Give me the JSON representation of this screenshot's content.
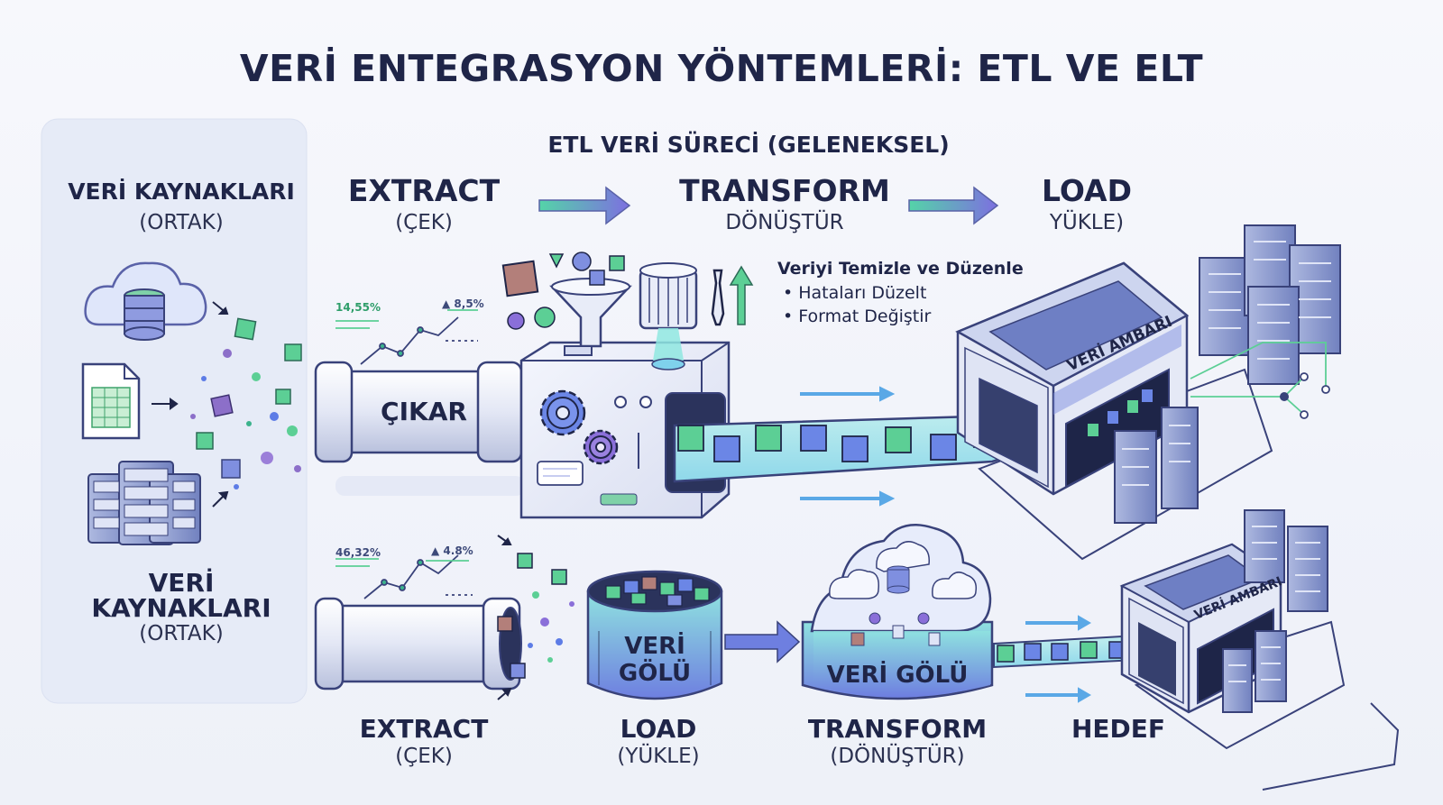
{
  "title": "VERİ ENTEGRASYON YÖNTEMLERİ: ETL VE ELT",
  "etl": {
    "heading": "ETL VERİ SÜRECİ (GELENEKSEL)",
    "sources": {
      "title": "VERİ KAYNAKLARI",
      "subtitle": "(ORTAK)"
    },
    "extract": {
      "title": "EXTRACT",
      "subtitle": "(ÇEK)"
    },
    "transform": {
      "title": "TRANSFORM",
      "subtitle": "DÖNÜŞTÜR"
    },
    "load": {
      "title": "LOAD",
      "subtitle": "YÜKLE)"
    },
    "pipe_label": "ÇIKAR",
    "note": {
      "title": "Veriyi Temizle ve Düzenle",
      "items": [
        "Hataları Düzelt",
        "Format Değiştir"
      ]
    },
    "stat_a": "14,55%",
    "stat_b": "8,5%",
    "warehouse_label": "VERİ AMBARI"
  },
  "elt": {
    "sources": {
      "line1": "VERİ",
      "line2": "KAYNAKLARI",
      "subtitle": "(ORTAK)"
    },
    "extract": {
      "title": "EXTRACT",
      "subtitle": "(ÇEK)"
    },
    "load": {
      "title": "LOAD",
      "subtitle": "(YÜKLE)"
    },
    "transform": {
      "title": "TRANSFORM",
      "subtitle": "(DÖNÜŞTÜR)"
    },
    "target": {
      "title": "HEDEF"
    },
    "lake_tank": {
      "line1": "VERİ",
      "line2": "GÖLÜ"
    },
    "lake_cloud": "VERİ GÖLÜ",
    "stat_a": "46,32%",
    "stat_b": "4.8%",
    "warehouse_label": "VERİ AMBARI"
  },
  "icons": [
    "cloud-database-icon",
    "spreadsheet-icon",
    "server-rack-icon",
    "gear-icon",
    "funnel-icon",
    "filter-icon",
    "wrench-icon",
    "arrow-up-icon",
    "data-cube-icon",
    "warehouse-icon",
    "data-lake-icon"
  ],
  "colors": {
    "accent_blue": "#5b7be8",
    "accent_green": "#49c08a",
    "accent_purple": "#8a6fd9",
    "navy": "#1f2548"
  }
}
